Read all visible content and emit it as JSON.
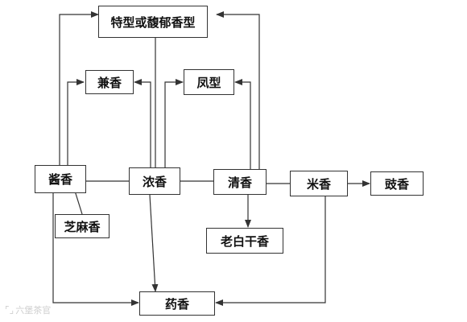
{
  "nodes": {
    "special": "特型或馥郁香型",
    "jian": "兼香",
    "feng": "凤型",
    "jiang": "酱香",
    "nong": "浓香",
    "qing": "清香",
    "mi": "米香",
    "chi": "豉香",
    "zhima": "芝麻香",
    "laobaigan": "老白干香",
    "yao": "药香"
  },
  "watermark": {
    "logo_icon": "picture-frame-icon",
    "text": "六堡茶官"
  },
  "colors": {
    "line": "#333333",
    "watermark": "#cfcfcf"
  }
}
